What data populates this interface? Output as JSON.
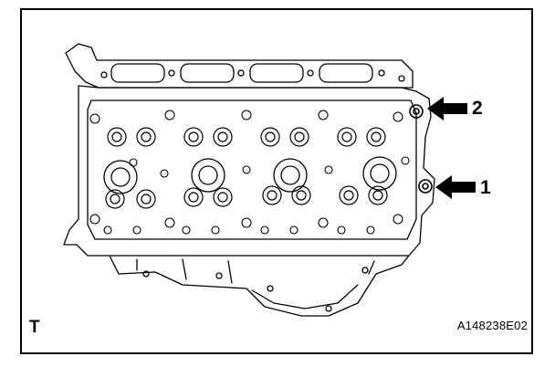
{
  "diagram": {
    "subject": "cylinder-head-illustration",
    "callouts": [
      {
        "label": "2",
        "icon": "arrow-left-icon"
      },
      {
        "label": "1",
        "icon": "arrow-left-icon"
      }
    ],
    "corner_letter": "T",
    "figure_code": "A148238E02",
    "colors": {
      "ink": "#000000",
      "paper": "#ffffff"
    }
  }
}
